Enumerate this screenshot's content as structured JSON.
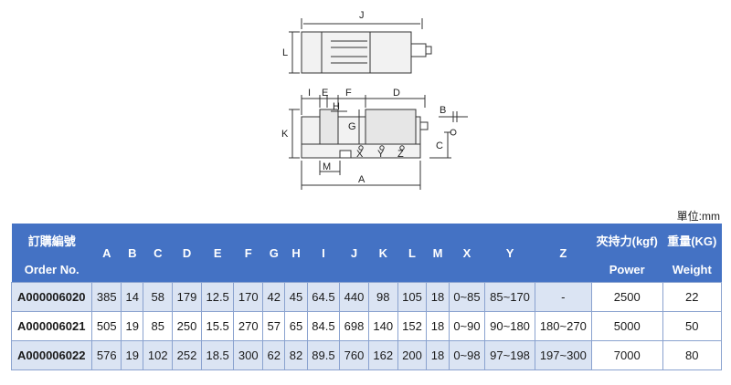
{
  "drawing": {
    "labels": [
      "J",
      "L",
      "I",
      "E",
      "F",
      "D",
      "H",
      "G",
      "K",
      "B",
      "C",
      "X",
      "Y",
      "Z",
      "M",
      "A"
    ]
  },
  "unit_note": "單位:mm",
  "table": {
    "order_header_cn": "訂購編號",
    "order_header_en": "Order No.",
    "dim_columns": [
      "A",
      "B",
      "C",
      "D",
      "E",
      "F",
      "G",
      "H",
      "I",
      "J",
      "K",
      "L",
      "M",
      "X",
      "Y",
      "Z"
    ],
    "power_header_cn": "夾持力(kgf)",
    "power_header_en": "Power",
    "weight_header_cn": "重量(KG)",
    "weight_header_en": "Weight",
    "rows": [
      {
        "order": "A000006020",
        "A": "385",
        "B": "14",
        "C": "58",
        "D": "179",
        "E": "12.5",
        "F": "170",
        "G": "42",
        "H": "45",
        "I": "64.5",
        "J": "440",
        "K": "98",
        "L": "105",
        "M": "18",
        "X": "0~85",
        "Y": "85~170",
        "Z": "-",
        "power": "2500",
        "weight": "22"
      },
      {
        "order": "A000006021",
        "A": "505",
        "B": "19",
        "C": "85",
        "D": "250",
        "E": "15.5",
        "F": "270",
        "G": "57",
        "H": "65",
        "I": "84.5",
        "J": "698",
        "K": "140",
        "L": "152",
        "M": "18",
        "X": "0~90",
        "Y": "90~180",
        "Z": "180~270",
        "power": "5000",
        "weight": "50"
      },
      {
        "order": "A000006022",
        "A": "576",
        "B": "19",
        "C": "102",
        "D": "252",
        "E": "18.5",
        "F": "300",
        "G": "62",
        "H": "82",
        "I": "89.5",
        "J": "760",
        "K": "162",
        "L": "200",
        "M": "18",
        "X": "0~98",
        "Y": "97~198",
        "Z": "197~300",
        "power": "7000",
        "weight": "80"
      }
    ]
  }
}
